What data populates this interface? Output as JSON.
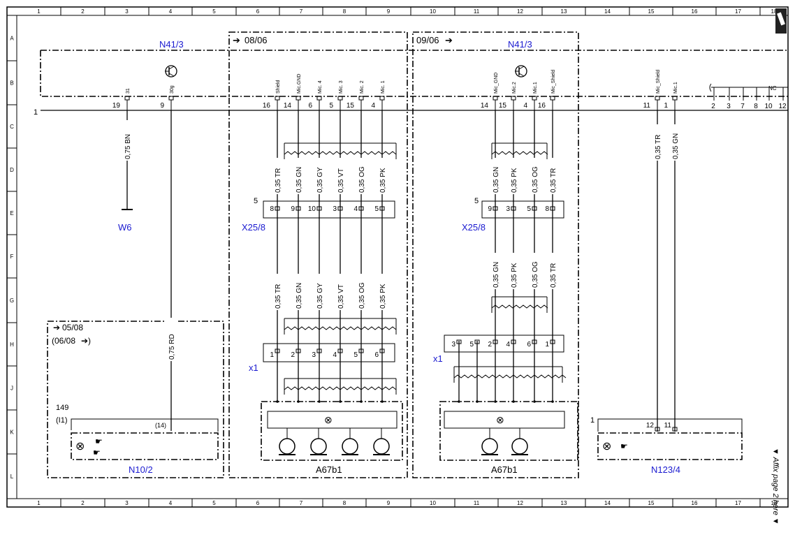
{
  "grid": {
    "columns": [
      "1",
      "2",
      "3",
      "4",
      "5",
      "6",
      "7",
      "8",
      "9",
      "10",
      "11",
      "12",
      "13",
      "14",
      "15",
      "16",
      "17",
      "18"
    ],
    "rows": [
      "A",
      "B",
      "C",
      "D",
      "E",
      "F",
      "G",
      "H",
      "J",
      "K",
      "L"
    ]
  },
  "date_labels": {
    "left_section": "08/06",
    "right_section": "09/06",
    "n10_from": "05/08",
    "n10_range": "(06/08"
  },
  "components": {
    "n41_left": "N41/3",
    "n41_right": "N41/3",
    "w6": "W6",
    "x25_left": "X25/8",
    "x25_right": "X25/8",
    "x1_left": "x1",
    "x1_right": "x1",
    "a67_left": "A67b1",
    "a67_right": "A67b1",
    "n10": "N10/2",
    "n123": "N123/4",
    "n10_ref_1": "149",
    "n10_ref_2": "(I1)",
    "n10_pin": "(14)",
    "bus_number": "1",
    "n123_number": "1",
    "x25_left_num": "5",
    "x25_right_num": "5"
  },
  "bus_pins": [
    {
      "pin": "19",
      "name": "31"
    },
    {
      "pin": "9",
      "name": "30g"
    },
    {
      "pin": "16",
      "name": "Shield"
    },
    {
      "pin": "14",
      "name": "Mic.GND"
    },
    {
      "pin": "6",
      "name": "Mic. 4"
    },
    {
      "pin": "5",
      "name": "Mic. 3"
    },
    {
      "pin": "15",
      "name": "Mic. 2"
    },
    {
      "pin": "4",
      "name": "Mic. 1"
    },
    {
      "pin": "14",
      "name": "Mic_GND"
    },
    {
      "pin": "15",
      "name": "Mic.2"
    },
    {
      "pin": "4",
      "name": "Mic.1"
    },
    {
      "pin": "16",
      "name": "Mic_Shield"
    },
    {
      "pin": "11",
      "name": "Mic_Shield"
    },
    {
      "pin": "1",
      "name": "Mic.1"
    }
  ],
  "bus_right_pins": [
    "2",
    "3",
    "7",
    "8",
    "10",
    "12"
  ],
  "nc_label": "NC",
  "wires": {
    "w31": "0,75 BN",
    "w30g": "0,75 RD",
    "left": [
      "0,35 TR",
      "0,35 GN",
      "0,35 GY",
      "0,35 VT",
      "0,35 OG",
      "0,35 PK"
    ],
    "right": [
      "0,35 GN",
      "0,35 PK",
      "0,35 OG",
      "0,35 TR"
    ],
    "n123": [
      "0,35 TR",
      "0,35 GN"
    ]
  },
  "x25_left_pins": [
    "8",
    "9",
    "10",
    "3",
    "4",
    "5"
  ],
  "x25_right_pins": [
    "9",
    "3",
    "5",
    "8"
  ],
  "x1_left_pins": [
    "1",
    "2",
    "3",
    "4",
    "5",
    "6"
  ],
  "x1_right_pins": [
    "3",
    "5",
    "2",
    "4",
    "6",
    "1"
  ],
  "n123_pins": [
    "12",
    "11"
  ],
  "affix_note": "▼ Affix page 2 here ▼"
}
